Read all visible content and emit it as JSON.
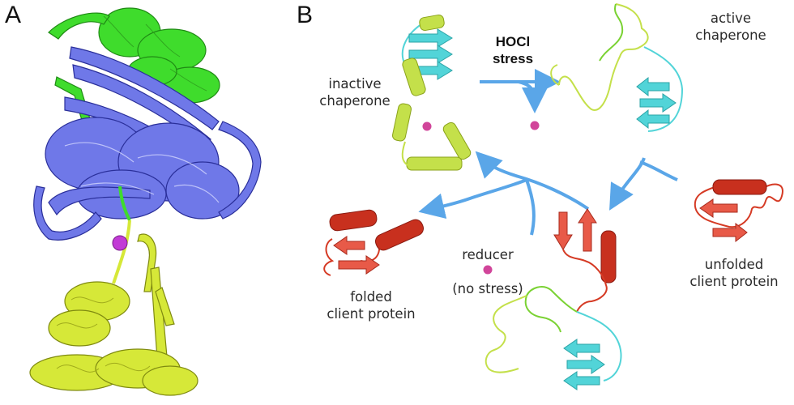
{
  "panels": {
    "a": "A",
    "b": "B"
  },
  "labels": {
    "inactive": [
      "inactive",
      "chaperone"
    ],
    "stress": [
      "HOCl",
      "stress"
    ],
    "active": [
      "active",
      "chaperone"
    ],
    "reducer": [
      "reducer",
      "(no stress)"
    ],
    "folded": [
      "folded",
      "client protein"
    ],
    "unfolded": [
      "unfolded",
      "client protein"
    ]
  },
  "colors": {
    "blue_domain": "#6f78e8",
    "green_domain": "#3fdc2c",
    "yellow_domain": "#d6e838",
    "cyan_sheet": "#52d4d8",
    "red_client": "#d53a24",
    "arrow": "#5aa6e8",
    "metal": "#c23bd6"
  },
  "icons": [
    "zinc-ion-icon",
    "helix-cylinder-icon",
    "beta-strand-arrow-icon",
    "reaction-arrow-icon"
  ]
}
